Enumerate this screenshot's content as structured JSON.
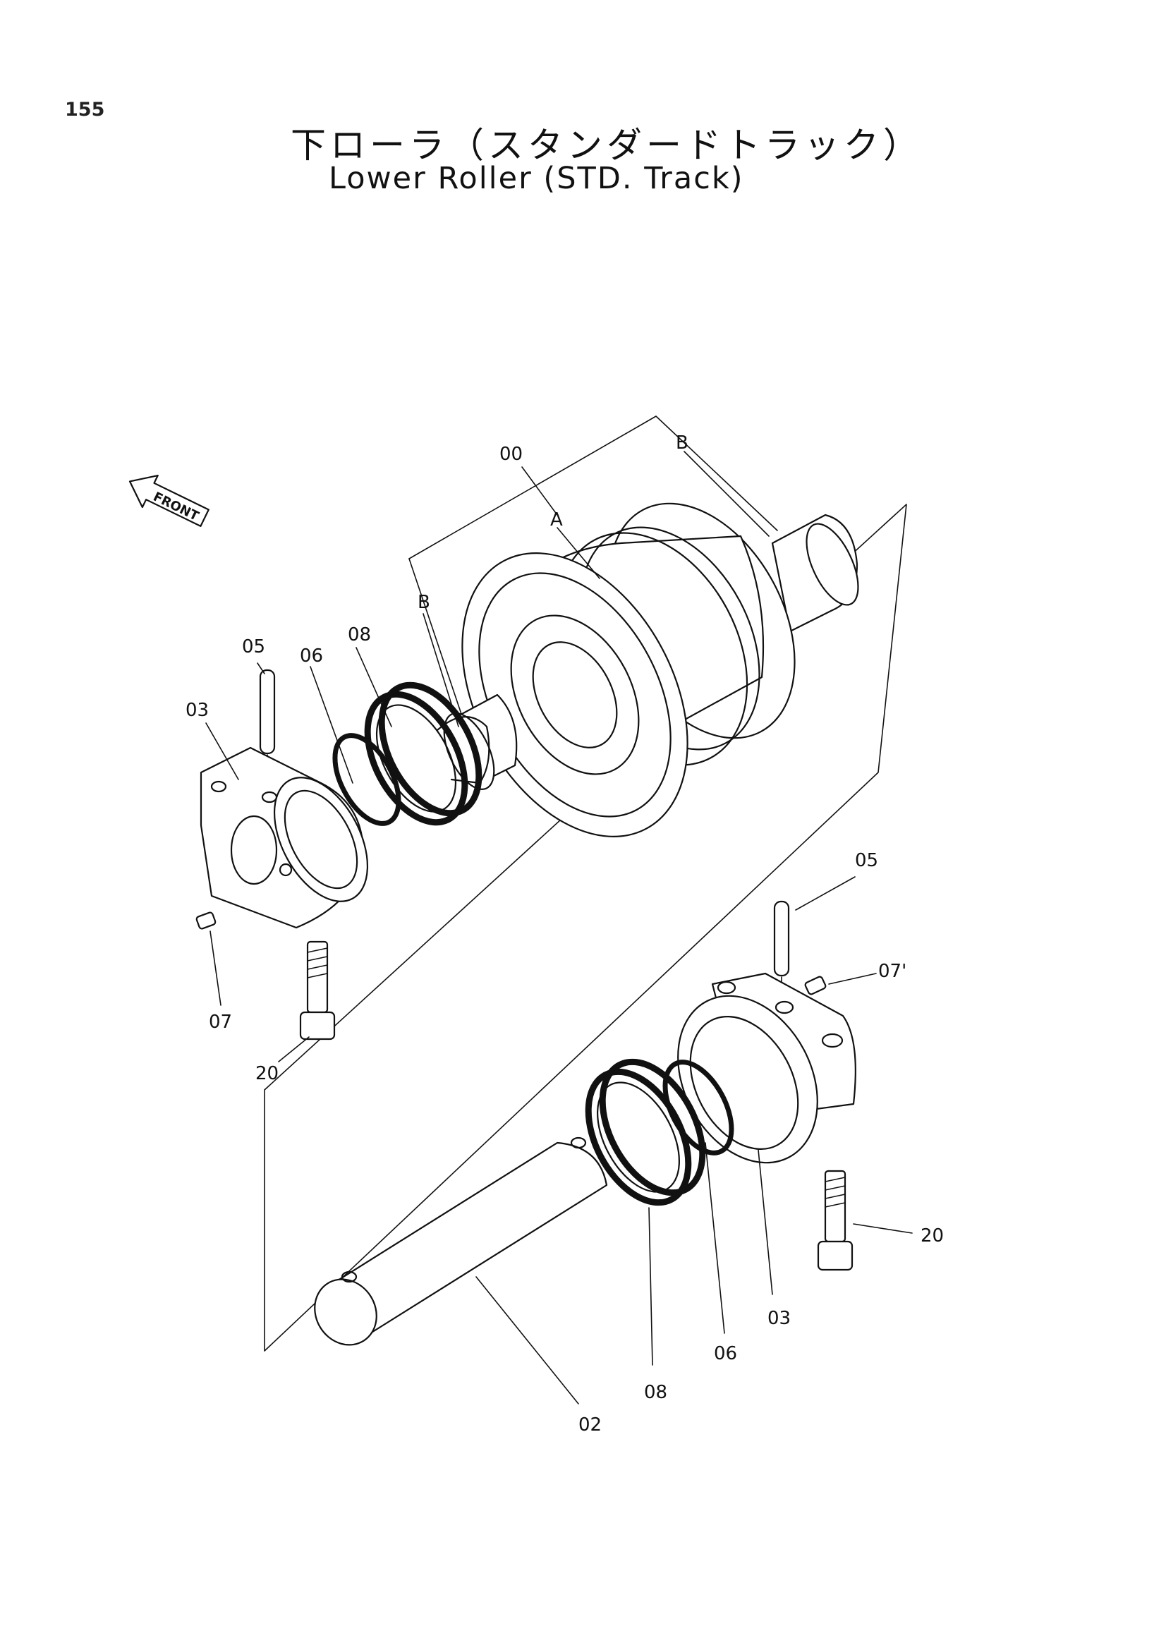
{
  "page": {
    "number": "155",
    "title_jp": "下ローラ（スタンダードトラック）",
    "title_en": "Lower Roller (STD. Track)"
  },
  "diagram": {
    "front_label": "FRONT",
    "labels": [
      "00",
      "A",
      "B",
      "B",
      "05",
      "06",
      "08",
      "03",
      "07",
      "20",
      "05",
      "07'",
      "20",
      "03",
      "06",
      "08",
      "02"
    ]
  }
}
